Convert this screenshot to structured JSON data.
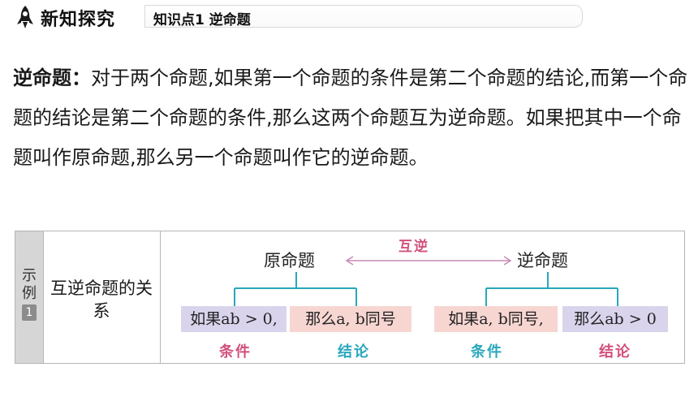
{
  "header": {
    "section_title": "新知探究",
    "knowledge_point": "知识点1  逆命题"
  },
  "definition": {
    "term": "逆命题：",
    "text": "对于两个命题,如果第一个命题的条件是第二个命题的结论,而第一个命题的结论是第二个命题的条件,那么这两个命题互为逆命题。如果把其中一个命题叫作原命题,那么另一个命题叫作它的逆命题。"
  },
  "example": {
    "label": "示例",
    "number": "1",
    "subtitle": "互逆命题的关系",
    "original_label": "原命题",
    "inverse_label": "逆命题",
    "mutual_label": "互逆",
    "left_condition": "如果ab > 0,",
    "left_conclusion": "那么a, b同号",
    "right_condition": "如果a, b同号,",
    "right_conclusion": "那么ab > 0",
    "condition_tag": "条件",
    "conclusion_tag": "结论"
  },
  "colors": {
    "condition_box": "#d9d4ec",
    "conclusion_box": "#f7d6d2",
    "bracket_line": "#2aa7bd",
    "arrow": "#c58bb5",
    "condition_text": "#d2507a",
    "conclusion_text": "#2aa7bd"
  }
}
